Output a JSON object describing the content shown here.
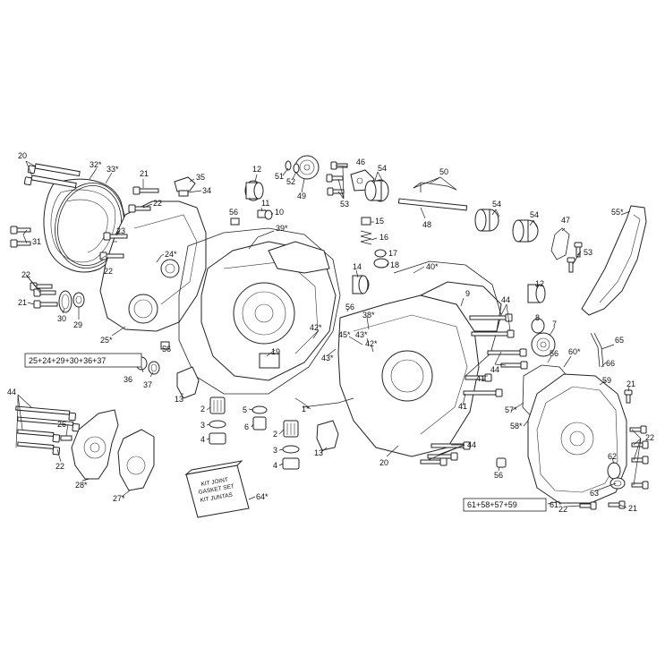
{
  "diagram": {
    "callouts": [
      {
        "id": "c20a",
        "text": "20"
      },
      {
        "id": "c32",
        "text": "32*"
      },
      {
        "id": "c33",
        "text": "33*"
      },
      {
        "id": "c21a",
        "text": "21"
      },
      {
        "id": "c35",
        "text": "35"
      },
      {
        "id": "c34",
        "text": "34"
      },
      {
        "id": "c22a",
        "text": "22"
      },
      {
        "id": "c12a",
        "text": "12"
      },
      {
        "id": "c51",
        "text": "51"
      },
      {
        "id": "c52",
        "text": "52"
      },
      {
        "id": "c49",
        "text": "49"
      },
      {
        "id": "c46",
        "text": "46"
      },
      {
        "id": "c54a",
        "text": "54"
      },
      {
        "id": "c50",
        "text": "50"
      },
      {
        "id": "c53a",
        "text": "53"
      },
      {
        "id": "c56a",
        "text": "56"
      },
      {
        "id": "c11",
        "text": "11"
      },
      {
        "id": "c10",
        "text": "10"
      },
      {
        "id": "c48",
        "text": "48"
      },
      {
        "id": "c54b",
        "text": "54"
      },
      {
        "id": "c54c",
        "text": "54"
      },
      {
        "id": "c55",
        "text": "55*"
      },
      {
        "id": "c47",
        "text": "47"
      },
      {
        "id": "c53b",
        "text": "53"
      },
      {
        "id": "c31",
        "text": "31"
      },
      {
        "id": "c23",
        "text": "23"
      },
      {
        "id": "c39",
        "text": "39*"
      },
      {
        "id": "c15",
        "text": "15"
      },
      {
        "id": "c16",
        "text": "16"
      },
      {
        "id": "c24",
        "text": "24*"
      },
      {
        "id": "c17",
        "text": "17"
      },
      {
        "id": "c18",
        "text": "18"
      },
      {
        "id": "c22b",
        "text": "22"
      },
      {
        "id": "c14",
        "text": "14"
      },
      {
        "id": "c40",
        "text": "40*"
      },
      {
        "id": "c22c",
        "text": "22"
      },
      {
        "id": "c21b",
        "text": "21"
      },
      {
        "id": "c30",
        "text": "30"
      },
      {
        "id": "c29",
        "text": "29"
      },
      {
        "id": "c9",
        "text": "9"
      },
      {
        "id": "c12b",
        "text": "12"
      },
      {
        "id": "c44a",
        "text": "44"
      },
      {
        "id": "c56b",
        "text": "56"
      },
      {
        "id": "c38",
        "text": "38*"
      },
      {
        "id": "c8",
        "text": "8"
      },
      {
        "id": "c7",
        "text": "7"
      },
      {
        "id": "c42a",
        "text": "42*"
      },
      {
        "id": "c45",
        "text": "45*"
      },
      {
        "id": "c43a",
        "text": "43*"
      },
      {
        "id": "c42b",
        "text": "42*"
      },
      {
        "id": "c25",
        "text": "25*"
      },
      {
        "id": "c19",
        "text": "19"
      },
      {
        "id": "c43b",
        "text": "43*"
      },
      {
        "id": "c65",
        "text": "65"
      },
      {
        "id": "c60",
        "text": "60*"
      },
      {
        "id": "c56c",
        "text": "56"
      },
      {
        "id": "c66",
        "text": "66"
      },
      {
        "id": "c36",
        "text": "36"
      },
      {
        "id": "c37",
        "text": "37"
      },
      {
        "id": "c56d",
        "text": "56"
      },
      {
        "id": "c44b",
        "text": "44"
      },
      {
        "id": "c41a",
        "text": "41"
      },
      {
        "id": "c59",
        "text": "59"
      },
      {
        "id": "c13a",
        "text": "13"
      },
      {
        "id": "c21c",
        "text": "21"
      },
      {
        "id": "c44c",
        "text": "44"
      },
      {
        "id": "c1",
        "text": "1*"
      },
      {
        "id": "c41b",
        "text": "41"
      },
      {
        "id": "c57",
        "text": "57*"
      },
      {
        "id": "c5",
        "text": "5"
      },
      {
        "id": "c2a",
        "text": "2"
      },
      {
        "id": "c26",
        "text": "26"
      },
      {
        "id": "c3a",
        "text": "3"
      },
      {
        "id": "c6",
        "text": "6"
      },
      {
        "id": "c58",
        "text": "58*"
      },
      {
        "id": "c4a",
        "text": "4"
      },
      {
        "id": "c2b",
        "text": "2"
      },
      {
        "id": "c22d",
        "text": "22"
      },
      {
        "id": "c3b",
        "text": "3"
      },
      {
        "id": "c44d",
        "text": "44"
      },
      {
        "id": "c13b",
        "text": "13"
      },
      {
        "id": "c4b",
        "text": "4"
      },
      {
        "id": "c20b",
        "text": "20"
      },
      {
        "id": "c22e",
        "text": "22"
      },
      {
        "id": "c28",
        "text": "28*"
      },
      {
        "id": "c62",
        "text": "62"
      },
      {
        "id": "c56e",
        "text": "56"
      },
      {
        "id": "c27",
        "text": "27*"
      },
      {
        "id": "c64",
        "text": "64*"
      },
      {
        "id": "c63",
        "text": "63"
      },
      {
        "id": "c61",
        "text": "61*"
      },
      {
        "id": "c22f",
        "text": "22"
      },
      {
        "id": "c21d",
        "text": "21"
      }
    ],
    "kit_box_left": "25+24+29+30+36+37",
    "kit_box_right": "61+58+57+59",
    "gasket_kit": {
      "line1": "KIT JOINT",
      "line2": "GASKET SET",
      "line3": "KIT JUNTAS"
    }
  }
}
